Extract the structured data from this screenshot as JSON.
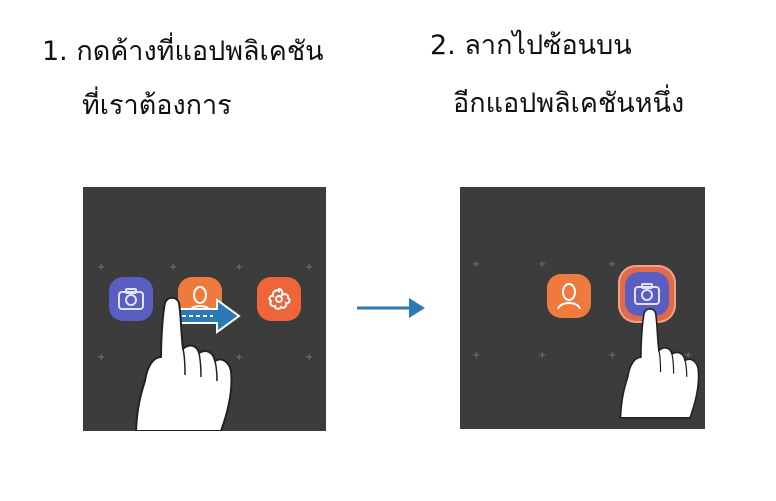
{
  "steps": [
    {
      "number": "1.",
      "line1": "กดค้างที่แอปพลิเคชัน",
      "line2": "ที่เราต้องการ"
    },
    {
      "number": "2.",
      "line1": "ลากไปซ้อนบน",
      "line2": "อีกแอปพลิเคชันหนึ่ง"
    }
  ],
  "icons": {
    "camera": "camera-icon",
    "contacts": "contacts-icon",
    "bixby": "flower-icon",
    "drag_arrow": "drag-arrow-icon",
    "transition_arrow": "right-arrow-icon",
    "hand": "hand-pointer-icon"
  },
  "colors": {
    "panel": "#3c3c3c",
    "camera": "#5a5ec0",
    "contacts": "#ef7a3d",
    "bixby": "#f0643a",
    "arrow_blue": "#2b7ab6"
  }
}
